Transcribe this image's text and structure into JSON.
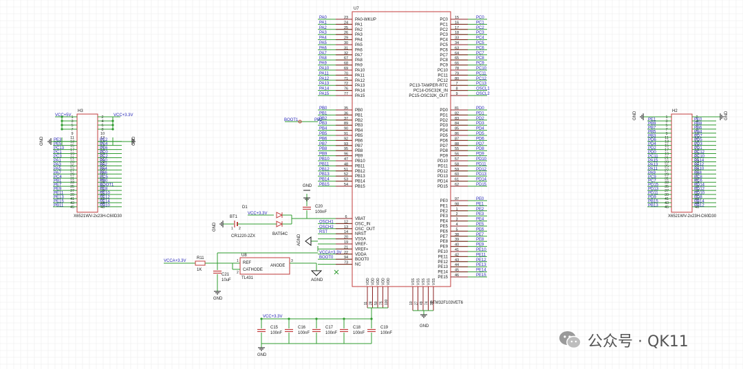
{
  "colors": {
    "grid": "#ececec",
    "wire": "#2e9b2e",
    "part": "#c23b3b",
    "pin": "#8a2020",
    "net": "#2626b8",
    "text": "#1a1a1a"
  },
  "u7": {
    "ref": "U7",
    "value": "STM32F103VET6",
    "left_top": [
      {
        "net": "PA0",
        "num": "23",
        "name": "PA0-WKUP"
      },
      {
        "net": "PA1",
        "num": "24",
        "name": "PA1"
      },
      {
        "net": "PA2",
        "num": "25",
        "name": "PA2"
      },
      {
        "net": "PA3",
        "num": "26",
        "name": "PA3"
      },
      {
        "net": "PA4",
        "num": "29",
        "name": "PA4"
      },
      {
        "net": "PA5",
        "num": "30",
        "name": "PA5"
      },
      {
        "net": "PA6",
        "num": "31",
        "name": "PA6"
      },
      {
        "net": "PA7",
        "num": "32",
        "name": "PA7"
      },
      {
        "net": "PA8",
        "num": "67",
        "name": "PA8"
      },
      {
        "net": "PA9",
        "num": "68",
        "name": "PA9"
      },
      {
        "net": "PA10",
        "num": "69",
        "name": "PA10"
      },
      {
        "net": "PA11",
        "num": "70",
        "name": "PA11"
      },
      {
        "net": "PA12",
        "num": "71",
        "name": "PA12"
      },
      {
        "net": "PA13",
        "num": "72",
        "name": "PA13"
      },
      {
        "net": "PA14",
        "num": "76",
        "name": "PA14"
      },
      {
        "net": "PA15",
        "num": "77",
        "name": "PA15"
      }
    ],
    "left_mid": [
      {
        "net": "PB0",
        "num": "35",
        "name": "PB0"
      },
      {
        "net": "PB1",
        "num": "36",
        "name": "PB1"
      },
      {
        "net": "PB2",
        "num": "37",
        "name": "PB2"
      },
      {
        "net": "PB3",
        "num": "89",
        "name": "PB3"
      },
      {
        "net": "PB4",
        "num": "90",
        "name": "PB4"
      },
      {
        "net": "PB5",
        "num": "91",
        "name": "PB5"
      },
      {
        "net": "PB6",
        "num": "92",
        "name": "PB6"
      },
      {
        "net": "PB7",
        "num": "93",
        "name": "PB7"
      },
      {
        "net": "PB8",
        "num": "95",
        "name": "PB8"
      },
      {
        "net": "PB9",
        "num": "96",
        "name": "PB9"
      },
      {
        "net": "PB10",
        "num": "47",
        "name": "PB10"
      },
      {
        "net": "PB11",
        "num": "48",
        "name": "PB11"
      },
      {
        "net": "PB12",
        "num": "51",
        "name": "PB12"
      },
      {
        "net": "PB13",
        "num": "52",
        "name": "PB13"
      },
      {
        "net": "PB14",
        "num": "53",
        "name": "PB14"
      },
      {
        "net": "PB15",
        "num": "54",
        "name": "PB15"
      }
    ],
    "left_bot": [
      {
        "net": "",
        "num": "6",
        "name": "VBAT"
      },
      {
        "net": "OSCH1",
        "num": "12",
        "name": "OSC_IN"
      },
      {
        "net": "OSCH2",
        "num": "13",
        "name": "OSC_OUT"
      },
      {
        "net": "RST",
        "num": "14",
        "name": "NRST"
      },
      {
        "net": "",
        "num": "20",
        "name": "VSSA"
      },
      {
        "net": "",
        "num": "19",
        "name": "VREF-"
      },
      {
        "net": "",
        "num": "21",
        "name": "VREF+"
      },
      {
        "net": "VCCA+3.3V",
        "num": "22",
        "name": "VDDA"
      },
      {
        "net": "BOOT0",
        "num": "94",
        "name": "BOOT0"
      },
      {
        "net": "",
        "num": "73",
        "name": "NC"
      }
    ],
    "right_top": [
      {
        "net": "PC0",
        "num": "15",
        "name": "PC0"
      },
      {
        "net": "PC1",
        "num": "16",
        "name": "PC1"
      },
      {
        "net": "PC2",
        "num": "17",
        "name": "PC2"
      },
      {
        "net": "PC3",
        "num": "18",
        "name": "PC3"
      },
      {
        "net": "PC4",
        "num": "33",
        "name": "PC4"
      },
      {
        "net": "PC5",
        "num": "34",
        "name": "PC5"
      },
      {
        "net": "PC6",
        "num": "63",
        "name": "PC6"
      },
      {
        "net": "PC7",
        "num": "64",
        "name": "PC7"
      },
      {
        "net": "PC8",
        "num": "65",
        "name": "PC8"
      },
      {
        "net": "PC9",
        "num": "66",
        "name": "PC9"
      },
      {
        "net": "PC10",
        "num": "78",
        "name": "PC10"
      },
      {
        "net": "PC11",
        "num": "79",
        "name": "PC11"
      },
      {
        "net": "PC12",
        "num": "80",
        "name": "PC12"
      },
      {
        "net": "PC13",
        "num": "7",
        "name": "PC13-TAMPER-RTC"
      },
      {
        "net": "OSCL1",
        "num": "8",
        "name": "PC14-OSC32K_IN"
      },
      {
        "net": "OSCL2",
        "num": "9",
        "name": "PC15-OSC32K_OUT"
      }
    ],
    "right_mid": [
      {
        "net": "PD0",
        "num": "81",
        "name": "PD0"
      },
      {
        "net": "PD1",
        "num": "82",
        "name": "PD1"
      },
      {
        "net": "PD2",
        "num": "83",
        "name": "PD2"
      },
      {
        "net": "PD3",
        "num": "84",
        "name": "PD3"
      },
      {
        "net": "PD4",
        "num": "85",
        "name": "PD4"
      },
      {
        "net": "PD5",
        "num": "86",
        "name": "PD5"
      },
      {
        "net": "PD6",
        "num": "87",
        "name": "PD6"
      },
      {
        "net": "PD7",
        "num": "88",
        "name": "PD7"
      },
      {
        "net": "PD8",
        "num": "55",
        "name": "PD8"
      },
      {
        "net": "PD9",
        "num": "56",
        "name": "PD9"
      },
      {
        "net": "PD10",
        "num": "57",
        "name": "PD10"
      },
      {
        "net": "PD11",
        "num": "58",
        "name": "PD11"
      },
      {
        "net": "PD12",
        "num": "59",
        "name": "PD12"
      },
      {
        "net": "PD13",
        "num": "60",
        "name": "PD13"
      },
      {
        "net": "PD14",
        "num": "61",
        "name": "PD14"
      },
      {
        "net": "PD15",
        "num": "62",
        "name": "PD15"
      }
    ],
    "right_bot": [
      {
        "net": "PE0",
        "num": "97",
        "name": "PE0"
      },
      {
        "net": "PE1",
        "num": "98",
        "name": "PE1"
      },
      {
        "net": "PE2",
        "num": "1",
        "name": "PE2"
      },
      {
        "net": "PE3",
        "num": "2",
        "name": "PE3"
      },
      {
        "net": "PE4",
        "num": "3",
        "name": "PE4"
      },
      {
        "net": "PE5",
        "num": "4",
        "name": "PE5"
      },
      {
        "net": "PE6",
        "num": "5",
        "name": "PE6"
      },
      {
        "net": "PE7",
        "num": "38",
        "name": "PE7"
      },
      {
        "net": "PE8",
        "num": "39",
        "name": "PE8"
      },
      {
        "net": "PE9",
        "num": "40",
        "name": "PE9"
      },
      {
        "net": "PE10",
        "num": "41",
        "name": "PE10"
      },
      {
        "net": "PE11",
        "num": "42",
        "name": "PE11"
      },
      {
        "net": "PE12",
        "num": "43",
        "name": "PE12"
      },
      {
        "net": "PE13",
        "num": "44",
        "name": "PE13"
      },
      {
        "net": "PE14",
        "num": "45",
        "name": "PE14"
      },
      {
        "net": "PE15",
        "num": "46",
        "name": "PE15"
      }
    ],
    "bottom_vdd": [
      "11",
      "28",
      "50",
      "75",
      "100"
    ],
    "bottom_vss": [
      "10",
      "27",
      "49",
      "74",
      "99"
    ],
    "vdd_label": "VDD",
    "vss_label": "VSS"
  },
  "h3": {
    "ref": "H3",
    "value": "X6521WV-2x23H-C60D30",
    "vcc5": "VCC+5V",
    "vcc33": "VCC+3.3V",
    "gnd": "GND",
    "rows": [
      {
        "l": "",
        "r": ""
      },
      {
        "l": "",
        "r": ""
      },
      {
        "l": "",
        "r": ""
      },
      {
        "l": "",
        "r": ""
      },
      {
        "l": "",
        "r": ""
      },
      {
        "l": "",
        "r": ""
      },
      {
        "l": "PE3",
        "r": "PE2"
      },
      {
        "l": "PE5",
        "r": "PE4"
      },
      {
        "l": "PC13",
        "r": "PE6"
      },
      {
        "l": "PC1",
        "r": "PC0"
      },
      {
        "l": "PC3",
        "r": "PC2"
      },
      {
        "l": "PA1",
        "r": "PA0"
      },
      {
        "l": "PA3",
        "r": "PA2"
      },
      {
        "l": "PA5",
        "r": "PA4"
      },
      {
        "l": "PA7",
        "r": "PA6"
      },
      {
        "l": "PC4",
        "r": "PC5"
      },
      {
        "l": "PB1",
        "r": "PB0"
      },
      {
        "l": "PE7",
        "r": "BOOT1"
      },
      {
        "l": "PE9",
        "r": "PE8"
      },
      {
        "l": "PE11",
        "r": "PE10"
      },
      {
        "l": "PE13",
        "r": "PE12"
      },
      {
        "l": "PE15",
        "r": "PE14"
      },
      {
        "l": "PB11",
        "r": "PB10"
      }
    ]
  },
  "h2": {
    "ref": "H2",
    "value": "X6521WV-2x23H-C60D30",
    "gnd": "GND",
    "rows": [
      {
        "l": "",
        "r": ""
      },
      {
        "l": "PE1",
        "r": "PE0"
      },
      {
        "l": "PB9",
        "r": "PB8"
      },
      {
        "l": "PB7",
        "r": "PB6"
      },
      {
        "l": "PB5",
        "r": "PB4"
      },
      {
        "l": "PB3",
        "r": "PD7"
      },
      {
        "l": "PD6",
        "r": "PD5"
      },
      {
        "l": "PD4",
        "r": "PD3"
      },
      {
        "l": "PD2",
        "r": "PD1"
      },
      {
        "l": "PD0",
        "r": "PC12"
      },
      {
        "l": "PC11",
        "r": "PC10"
      },
      {
        "l": "PA15",
        "r": "PA14"
      },
      {
        "l": "PA13",
        "r": "PA12"
      },
      {
        "l": "PA11",
        "r": "PA10"
      },
      {
        "l": "PA9",
        "r": "PA8"
      },
      {
        "l": "PC9",
        "r": "PC8"
      },
      {
        "l": "PC7",
        "r": "PC6"
      },
      {
        "l": "PD15",
        "r": "PD14"
      },
      {
        "l": "PD13",
        "r": "PD12"
      },
      {
        "l": "PD11",
        "r": "PD10"
      },
      {
        "l": "PD9",
        "r": "PD8"
      },
      {
        "l": "PB15",
        "r": "PB14"
      },
      {
        "l": "PB13",
        "r": "PB12"
      }
    ]
  },
  "labels": {
    "boot1": "BOOT1",
    "pb2": "PB2",
    "gnd": "GND",
    "agnd": "AGND",
    "c20": "C20",
    "c20v": "100nF",
    "d1": "D1",
    "vcc33": "VCC+3.3V",
    "bt1": "BT1",
    "bt1v": "CR1220-2ZX",
    "bat54c": "BAT54C",
    "r11": "R11",
    "r11v": "1K",
    "vcca": "VCCA+3.3V",
    "c21": "C21",
    "c21v": "10uF",
    "u8": "U8",
    "u8v": "TL431",
    "ref": "REF",
    "cathode": "CATHODE",
    "anode": "ANODE",
    "c15": "C15",
    "c16": "C16",
    "c17": "C17",
    "c18": "C18",
    "c19": "C19",
    "cap100": "100nF",
    "pin1": "1",
    "pin2": "2",
    "pin3": "3"
  },
  "watermark": {
    "text": "公众号 · QK11",
    "icon": "wechat-icon"
  }
}
